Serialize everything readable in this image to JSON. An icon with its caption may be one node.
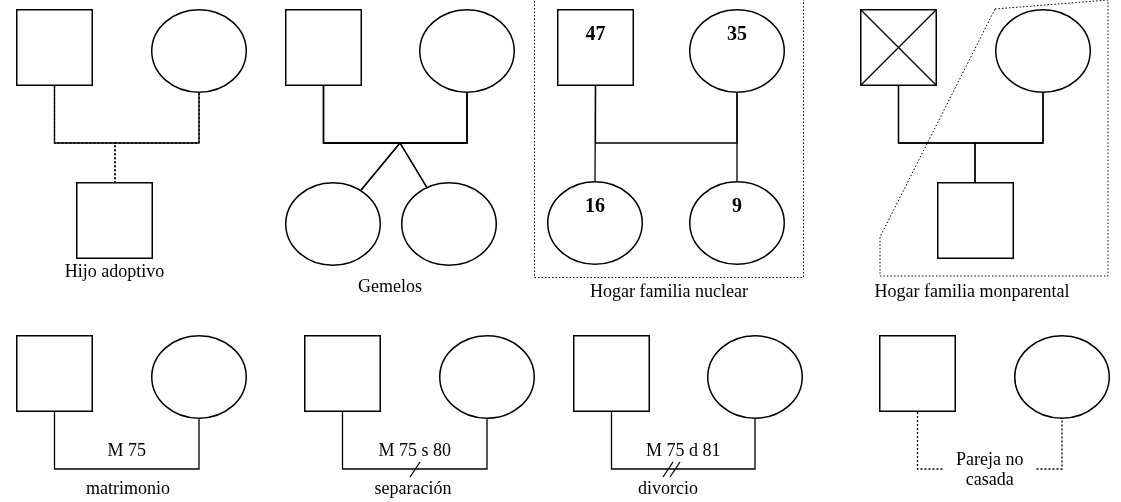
{
  "diagram": {
    "nodes": [
      {
        "text": [],
        "shape": "box"
      },
      {
        "text": [],
        "shape": "circle"
      },
      {
        "text": [],
        "shape": "box",
        "beside": [
          "Hijo adoptivo"
        ]
      },
      {
        "text": [],
        "shape": "box"
      },
      {
        "text": [],
        "shape": "circle"
      },
      {
        "text": [],
        "shape": "circle"
      },
      {
        "text": [],
        "shape": "circle"
      },
      {
        "text": [
          "Hogar familia nuclear"
        ]
      },
      {
        "text": [
          "47"
        ],
        "in": 7
      },
      {
        "text": [
          "35"
        ],
        "in": 7
      },
      {
        "text": [
          "16"
        ],
        "in": 7
      },
      {
        "text": [
          "9"
        ],
        "in": 7
      },
      {
        "text": [
          "Hogar familia monparental"
        ]
      },
      {
        "text": [],
        "shape": "box"
      },
      {
        "text": [],
        "shape": "circle",
        "in": 12
      },
      {
        "text": [],
        "shape": "box",
        "in": 12
      },
      {
        "text": [],
        "shape": "box"
      },
      {
        "text": [],
        "shape": "circle"
      },
      {
        "text": [],
        "shape": "box"
      },
      {
        "text": [],
        "shape": "circle"
      },
      {
        "text": [],
        "shape": "box"
      },
      {
        "text": [],
        "shape": "circle"
      },
      {
        "text": [],
        "shape": "box"
      },
      {
        "text": [],
        "shape": "circle"
      }
    ],
    "edges": [
      {
        "from": 0,
        "to": 1,
        "arrow": "none"
      },
      {
        "from": 0,
        "to": 2,
        "arrow": "none",
        "style": "dashed"
      },
      {
        "from": 1,
        "to": 2,
        "arrow": "none",
        "style": "dashed"
      },
      {
        "from": 3,
        "to": 4,
        "arrow": "none"
      },
      {
        "from": 3,
        "to": 5,
        "arrow": "none"
      },
      {
        "from": 3,
        "to": 6,
        "arrow": "none"
      },
      {
        "from": 4,
        "to": 5,
        "arrow": "none"
      },
      {
        "from": 4,
        "to": 6,
        "arrow": "none"
      },
      {
        "from": 8,
        "to": 9,
        "arrow": "none"
      },
      {
        "from": 8,
        "to": 10,
        "arrow": "none"
      },
      {
        "from": 9,
        "to": 11,
        "arrow": "none"
      },
      {
        "from": 13,
        "to": 14,
        "arrow": "none"
      },
      {
        "from": 13,
        "to": 15,
        "arrow": "none"
      },
      {
        "from": 14,
        "to": 15,
        "arrow": "none"
      },
      {
        "from": 16,
        "to": 17,
        "arrow": "none",
        "label": "M 75"
      },
      {
        "from": 18,
        "to": 19,
        "arrow": "none",
        "label": "M 75 s 80"
      },
      {
        "from": 20,
        "to": 21,
        "arrow": "none",
        "label": "M 75 d 81"
      },
      {
        "from": 22,
        "to": 23,
        "arrow": "none",
        "label": "Pareja no casada",
        "style": "dashed"
      }
    ],
    "labels": [
      "Gemelos",
      "matrimonio",
      "separación",
      "divorcio"
    ]
  }
}
